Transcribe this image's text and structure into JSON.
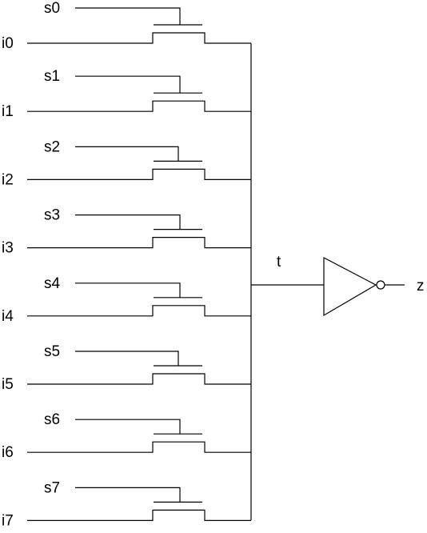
{
  "diagram": {
    "stages": [
      {
        "select": "s0",
        "input": "i0"
      },
      {
        "select": "s1",
        "input": "i1"
      },
      {
        "select": "s2",
        "input": "i2"
      },
      {
        "select": "s3",
        "input": "i3"
      },
      {
        "select": "s4",
        "input": "i4"
      },
      {
        "select": "s5",
        "input": "i5"
      },
      {
        "select": "s6",
        "input": "i6"
      },
      {
        "select": "s7",
        "input": "i7"
      }
    ],
    "node_label": "t",
    "output_label": "z"
  }
}
